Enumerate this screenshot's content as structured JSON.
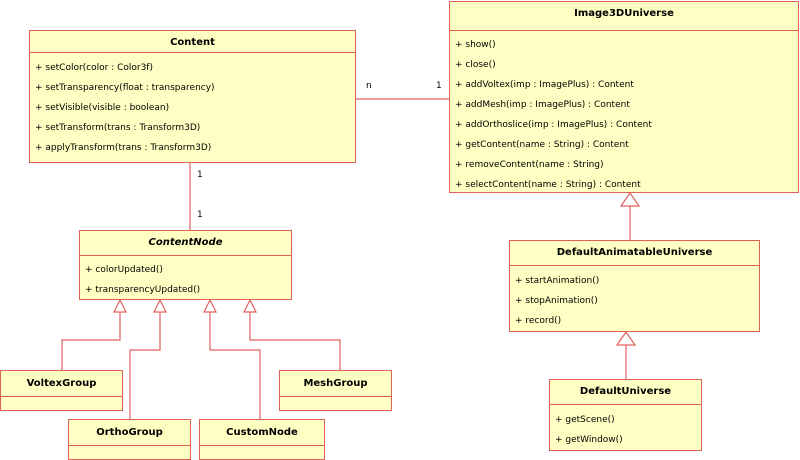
{
  "classes": {
    "content": {
      "name": "Content",
      "operations": [
        "+ setColor(color : Color3f)",
        "+ setTransparency(float : transparency)",
        "+ setVisible(visible : boolean)",
        "+ setTransform(trans : Transform3D)",
        "+ applyTransform(trans : Transform3D)"
      ]
    },
    "image3d_universe": {
      "name": "Image3DUniverse",
      "operations": [
        "+ show()",
        "+ close()",
        "+ addVoltex(imp : ImagePlus) : Content",
        "+ addMesh(imp : ImagePlus) : Content",
        "+ addOrthoslice(imp : ImagePlus) : Content",
        "+ getContent(name : String) : Content",
        "+ removeContent(name : String)",
        "+ selectContent(name : String) : Content"
      ]
    },
    "content_node": {
      "name": "ContentNode",
      "operations": [
        "+ colorUpdated()",
        "+ transparencyUpdated()"
      ]
    },
    "default_animatable_universe": {
      "name": "DefaultAnimatableUniverse",
      "operations": [
        "+ startAnimation()",
        "+ stopAnimation()",
        "+ record()"
      ]
    },
    "default_universe": {
      "name": "DefaultUniverse",
      "operations": [
        "+ getScene()",
        "+ getWindow()"
      ]
    },
    "voltex_group": {
      "name": "VoltexGroup"
    },
    "ortho_group": {
      "name": "OrthoGroup"
    },
    "custom_node": {
      "name": "CustomNode"
    },
    "mesh_group": {
      "name": "MeshGroup"
    }
  },
  "associations": {
    "content_universe": {
      "near_content": "n",
      "near_universe": "1"
    },
    "content_contentnode": {
      "near_content": "1",
      "near_contentnode": "1"
    }
  },
  "colors": {
    "fill": "#ffffc4",
    "line": "#e0615c",
    "text": "#000000"
  }
}
